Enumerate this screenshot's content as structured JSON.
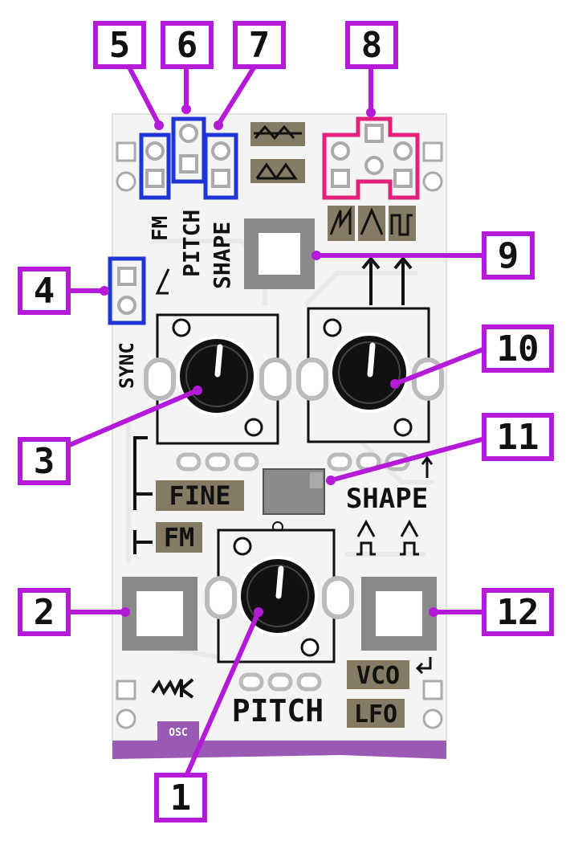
{
  "module": {
    "panel_color": "#f4f4f4",
    "bottom_band_color": "#9b59b6",
    "jack_color": "#8a8a8a",
    "header_blue": "#1f35d6",
    "header_pink": "#e0207a",
    "callout_color": "#b41ad8",
    "label_bg": "#857a63",
    "labels": {
      "fm": "FM",
      "pitch_vert": "PITCH",
      "shape_vert": "SHAPE",
      "sync": "SYNC",
      "fine": "FINE",
      "fm_box": "FM",
      "shape": "SHAPE",
      "pitch": "PITCH",
      "vco": "VCO",
      "lfo": "LFO",
      "osc": "OSC"
    }
  },
  "callouts": [
    {
      "id": "1",
      "label": "1"
    },
    {
      "id": "2",
      "label": "2"
    },
    {
      "id": "3",
      "label": "3"
    },
    {
      "id": "4",
      "label": "4"
    },
    {
      "id": "5",
      "label": "5"
    },
    {
      "id": "6",
      "label": "6"
    },
    {
      "id": "7",
      "label": "7"
    },
    {
      "id": "8",
      "label": "8"
    },
    {
      "id": "9",
      "label": "9"
    },
    {
      "id": "10",
      "label": "10"
    },
    {
      "id": "11",
      "label": "11"
    },
    {
      "id": "12",
      "label": "12"
    }
  ]
}
